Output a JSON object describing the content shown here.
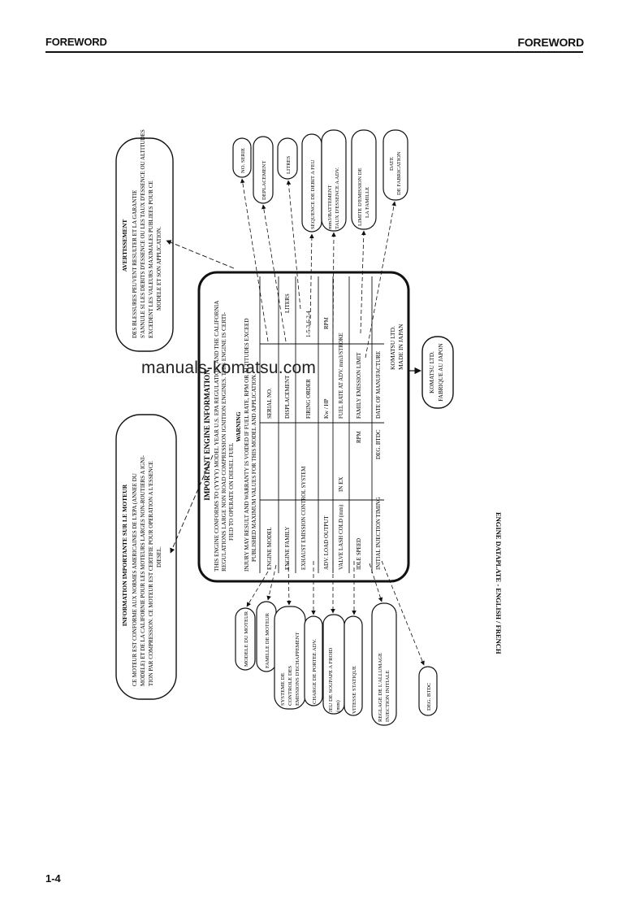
{
  "header": {
    "left": "FOREWORD",
    "right": "FOREWORD"
  },
  "page_number": "1-4",
  "watermark": "manuals-komatsu.com",
  "figure_caption": "ENGINE DATAPLATE - ENGLISH / FRENCH",
  "center_plate": {
    "title": "IMPORTANT ENGINE INFORMATION",
    "paragraph": [
      "THIS ENGINE CONFORMS TO (YYYY) MODEL YEAR U.S. EPA REGULATION, AND THE CALIFORNIA",
      "REGULATIONS LARGE NON ROAD COMPRESSION IGNITION ENGINES. THIS ENGINE IS CERTI-",
      "FIED TO OPERATE ON DIESEL FUEL"
    ],
    "warning_title": "WARNING",
    "warning": [
      "INJURY MAY RESULT AND WARRANTY IS VOIDED IF FUEL RATE, RPM OR ALTITUDES EXCEED",
      "PUBLISHED MAXIMUM VALUES FOR THIS MODEL AND APPLICATION."
    ],
    "rows": [
      {
        "label": "ENGINE MODEL",
        "mid": "SERIAL NO.",
        "right": ""
      },
      {
        "label": "ENGINE FAMILY",
        "mid": "DISPLACEMENT",
        "right": "LITERS"
      },
      {
        "label": "EXHAUST EMISSION CONTROL SYSTEM",
        "mid": "FIRING ORDER",
        "right": "1-5-3-6-2-4"
      },
      {
        "label": "ADV. LOAD OUTPUT",
        "mid": "Kw / HP",
        "right": "RPM"
      },
      {
        "label": "VALVE LASH COLD (mm)",
        "mid": "IN  EX",
        "right": "FUEL RATE AT ADV.  mm3/STROKE"
      },
      {
        "label": "IDLE SPEED",
        "mid": "RPM",
        "right": "FAMILY EMISSION LIMIT"
      },
      {
        "label": "INITIAL INJECTION TIMING",
        "mid": "DEG. BTDC",
        "right": "DATE OF MANUFACTURE"
      }
    ],
    "maker": [
      "KOMATSU LTD.",
      "MADE IN JAPAN"
    ]
  },
  "maker_label": [
    "KOMATSU LTD.",
    "FABRIQUE AU JAPON"
  ],
  "french_top_left": {
    "title": "INFORMATION IMPORTANTE SUR LE MOTEUR",
    "lines": [
      "CE MOTEUR EST CONFORME AUX NORMES AMERICAINES DE L'EPA (ANNEE DU",
      "MODELE) ET DE LA CALIFORNIE POUR LES MOTEURS LARGES NON-ROUTIERS A IGNI-",
      "TION PAR COMPRESSION. CE MOTEUR EST CERTIFIE POUR OPERATION A L'ESSENCE",
      "DIESEL."
    ]
  },
  "french_top_right": {
    "title": "AVERTISSEMENT",
    "lines": [
      "DES BLESSURES PEUVENT RESULTER ET LA GARANTIE",
      "S'ANNULE SI LES DEBITS D'ESSENCE OU LES TAUX D'ESSENCE OU ALTITUDES",
      "EXCEDENT LES VALEURS MAXIMALES PUBLIEES POUR CE",
      "MODELE ET SON APPLICATION."
    ]
  },
  "callouts_left": [
    "MODELE DU MOTEUR",
    "FAMILLE DE MOTEUR",
    "SYSTEME DE CONTROLE DES EMISSIONS D'ECHAPPEMENT",
    "CHARGE DE PORTEE ADV.",
    "JEU DE SOUPAPE A FROID (mm)",
    "VITESSE STATIQUE",
    "REGLAGE DE L'ALLUMAGE INJECTION INITIALE",
    "DEG. BTDC"
  ],
  "callouts_right": [
    "NO. SERIE",
    "DEPLACEMENT",
    "LITRES",
    "SEQUENCE DE DEBIT A FEU",
    "mm3/BATTEMENT TAUX D'ESSENCE A ADV.",
    "LIMITE D'EMISSION DE LA FAMILLE",
    "DATE DE FABRICATION"
  ]
}
